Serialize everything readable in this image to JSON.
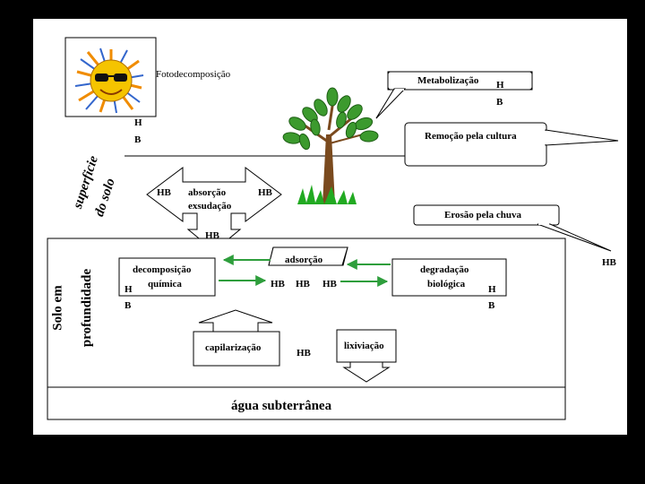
{
  "labels": {
    "fotodecomposicao": "Fotodecomposição",
    "metabolizacao": "Metabolização",
    "remocao": "Remoção pela cultura",
    "erosao": "Erosão pela chuva",
    "superficie_line1": "superficie",
    "superficie_line2": "do solo",
    "solo_line1": "Solo em",
    "solo_line2": "profundidade",
    "absorcao_exsudacao_1": "absorção",
    "absorcao_exsudacao_2": "exsudação",
    "decomposicao_1": "decomposição",
    "decomposicao_2": "química",
    "adsorcao": "adsorção",
    "degradacao_1": "degradação",
    "degradacao_2": "biológica",
    "capilarizacao": "capilarização",
    "lixiviacao": "lixiviação",
    "agua": "água subterrânea",
    "hb": "HB",
    "h": "H",
    "b": "B"
  },
  "colors": {
    "arrow_green": "#2e9e3c",
    "sun_yellow": "#f5c400",
    "sun_orange": "#f08c00",
    "sun_blue": "#3366cc",
    "leaf_green": "#3c9a2e",
    "trunk_brown": "#7a4a1e",
    "grass_green": "#22aa22"
  }
}
